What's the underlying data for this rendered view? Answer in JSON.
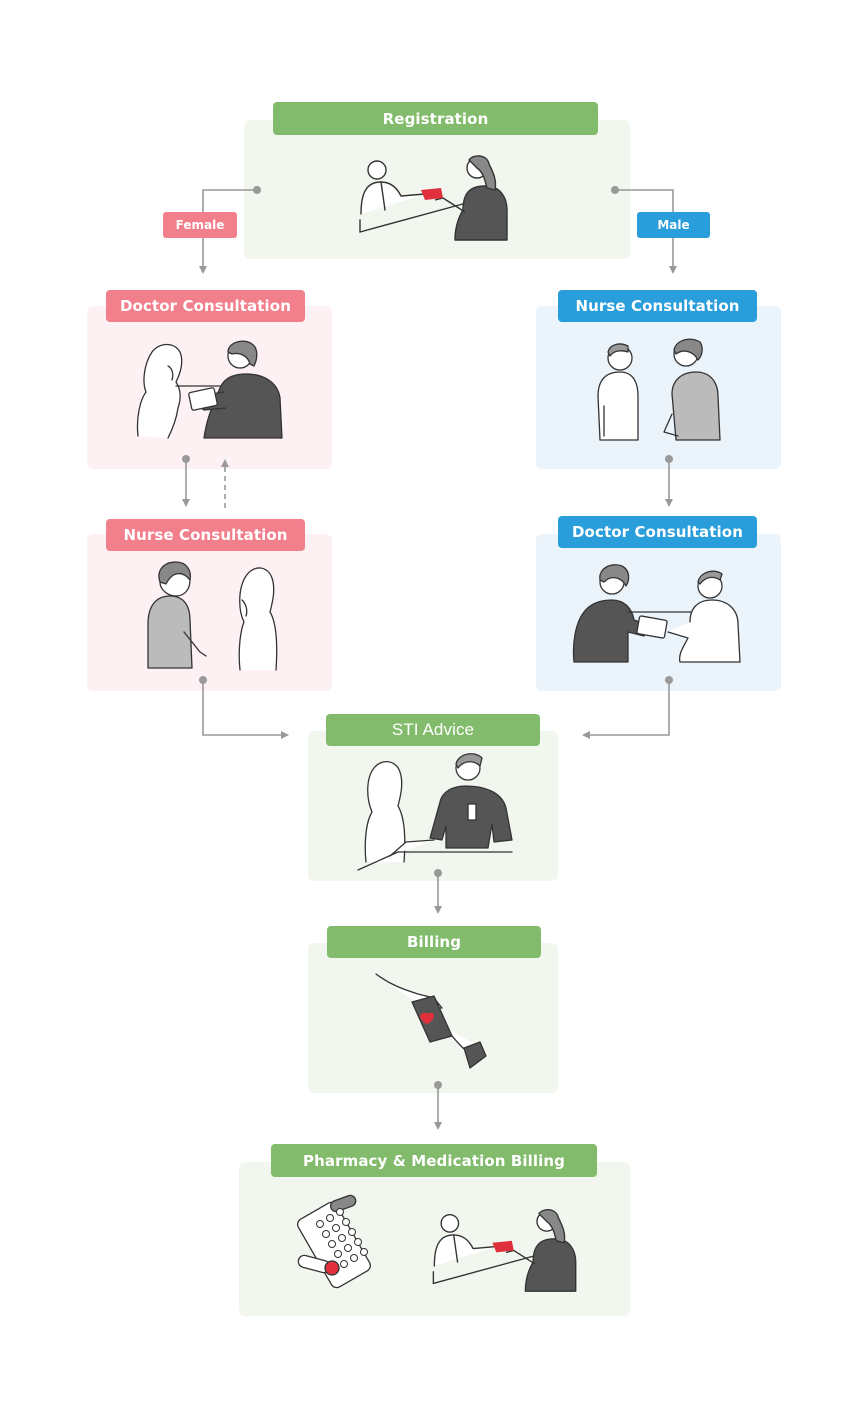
{
  "diagram": {
    "registration": {
      "title": "Registration"
    },
    "branches": {
      "female": "Female",
      "male": "Male"
    },
    "female_path": {
      "doctor_consultation": "Doctor Consultation",
      "nurse_consultation": "Nurse Consultation"
    },
    "male_path": {
      "nurse_consultation": "Nurse Consultation",
      "doctor_consultation": "Doctor Consultation"
    },
    "sti_advice": {
      "title": "STI Advice"
    },
    "billing": {
      "title": "Billing"
    },
    "pharmacy": {
      "title": "Pharmacy & Medication Billing"
    }
  },
  "colors": {
    "shared_steps": "#82bb6b",
    "female_path": "#f27f8c",
    "male_path": "#2a9ddb",
    "connector": "#999999",
    "accent_red": "#e0303c"
  },
  "illustrations": [
    "registration-desk-illustration",
    "doctor-female-patient-illustration",
    "nurse-female-patient-illustration",
    "nurse-male-patient-illustration",
    "doctor-male-patient-illustration",
    "sti-advice-illustration",
    "payment-card-illustration",
    "pill-blister-illustration",
    "pharmacy-desk-illustration"
  ]
}
